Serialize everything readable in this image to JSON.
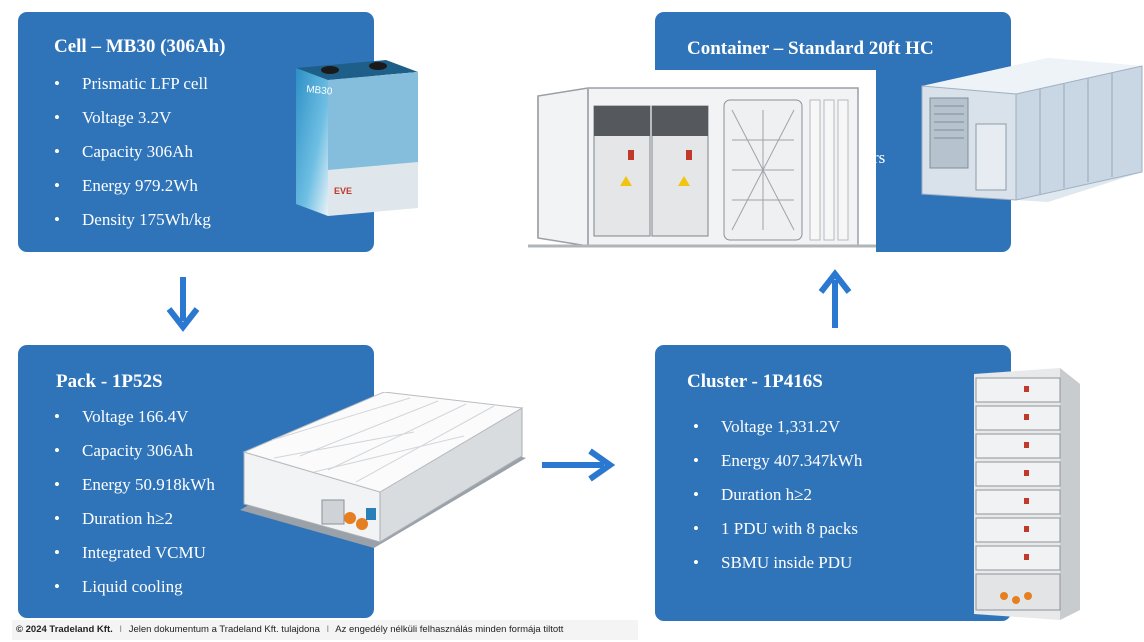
{
  "cell": {
    "title": "Cell – MB30 (306Ah)",
    "bullets": [
      "Prismatic LFP cell",
      "Voltage 3.2V",
      "Capacity 306Ah",
      "Energy 979.2Wh",
      "Density 175Wh/kg"
    ],
    "label_model": "MB30",
    "label_brand": "EVE"
  },
  "pack": {
    "title": "Pack - 1P52S",
    "bullets": [
      "Voltage 166.4V",
      "Capacity 306Ah",
      "Energy 50.918kWh",
      "Duration h≥2",
      "Integrated VCMU",
      "Liquid cooling"
    ]
  },
  "cluster": {
    "title": "Cluster - 1P416S",
    "bullets": [
      "Voltage 1,331.2V",
      "Energy 407.347kWh",
      "Duration h≥2",
      "1 PDU with 8 packs",
      "SBMU inside PDU"
    ]
  },
  "container": {
    "title": "Container – Standard 20ft HC",
    "partial_text": "rs"
  },
  "footer": {
    "brand": "© 2024 Tradeland Kft.",
    "text1": "Jelen dokumentum a Tradeland Kft. tulajdona",
    "text2": "Az engedély nélküli felhasználás minden formája tiltott",
    "separator": "I"
  },
  "colors": {
    "panel": "#2f74b9",
    "arrow": "#2a78d0"
  }
}
